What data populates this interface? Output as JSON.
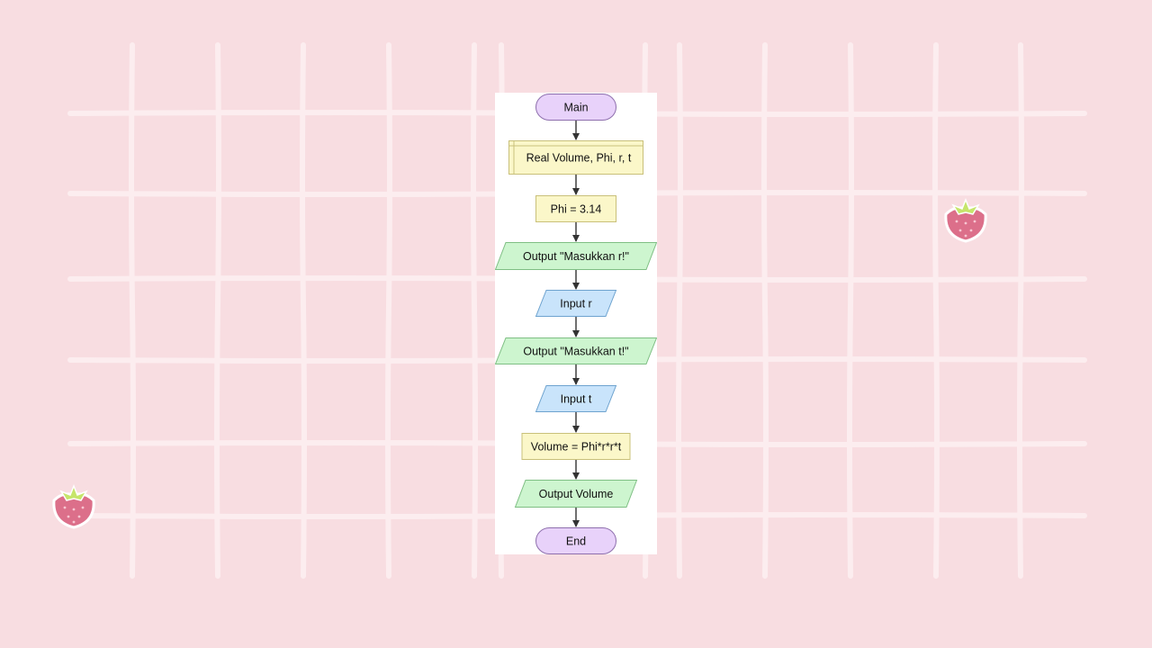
{
  "colors": {
    "background": "#f8dde1",
    "grid_line": "#fcedef",
    "panel": "#ffffff",
    "terminator_fill": "#e8d2fa",
    "terminator_stroke": "#8e6fad",
    "declare_fill": "#fbf7c9",
    "declare_stroke": "#c9c07a",
    "process_fill": "#fbf7c9",
    "process_stroke": "#c9c07a",
    "output_fill": "#cdf5cf",
    "output_stroke": "#7fbf84",
    "input_fill": "#c9e4fb",
    "input_stroke": "#6ea3cf",
    "arrow": "#333333",
    "strawberry_body": "#dc6f8a",
    "strawberry_leaf": "#c6e56b"
  },
  "decorations": [
    {
      "name": "strawberry-icon"
    },
    {
      "name": "strawberry-icon"
    }
  ],
  "flowchart": {
    "nodes": [
      {
        "id": "main",
        "shape": "terminator",
        "label": "Main"
      },
      {
        "id": "declare",
        "shape": "declare",
        "label": "Real Volume, Phi, r, t"
      },
      {
        "id": "assign-phi",
        "shape": "process",
        "label": "Phi = 3.14"
      },
      {
        "id": "output-r",
        "shape": "output",
        "label": "Output \"Masukkan r!\""
      },
      {
        "id": "input-r",
        "shape": "input",
        "label": "Input r"
      },
      {
        "id": "output-t",
        "shape": "output",
        "label": "Output \"Masukkan t!\""
      },
      {
        "id": "input-t",
        "shape": "input",
        "label": "Input t"
      },
      {
        "id": "compute-volume",
        "shape": "process",
        "label": "Volume = Phi*r*r*t"
      },
      {
        "id": "output-volume",
        "shape": "output",
        "label": "Output Volume"
      },
      {
        "id": "end",
        "shape": "terminator",
        "label": "End"
      }
    ]
  }
}
